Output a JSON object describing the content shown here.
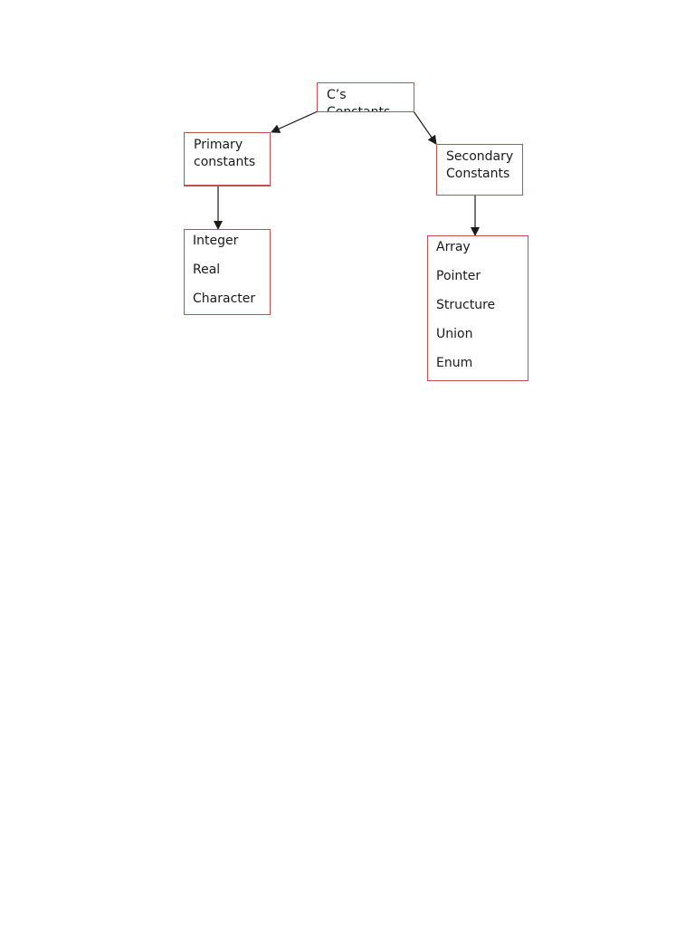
{
  "diagram": {
    "root": {
      "label": "C’s Constants"
    },
    "primary": {
      "label": "Primary constants",
      "items": [
        "Integer",
        "Real",
        "Character"
      ]
    },
    "secondary": {
      "label": "Secondary Constants",
      "items": [
        "Array",
        "Pointer",
        "Structure",
        "Union",
        "Enum"
      ]
    },
    "colors": {
      "box_border": "#c0504d",
      "arrow": "#1a1a1a",
      "text": "#1a1a1a"
    }
  }
}
